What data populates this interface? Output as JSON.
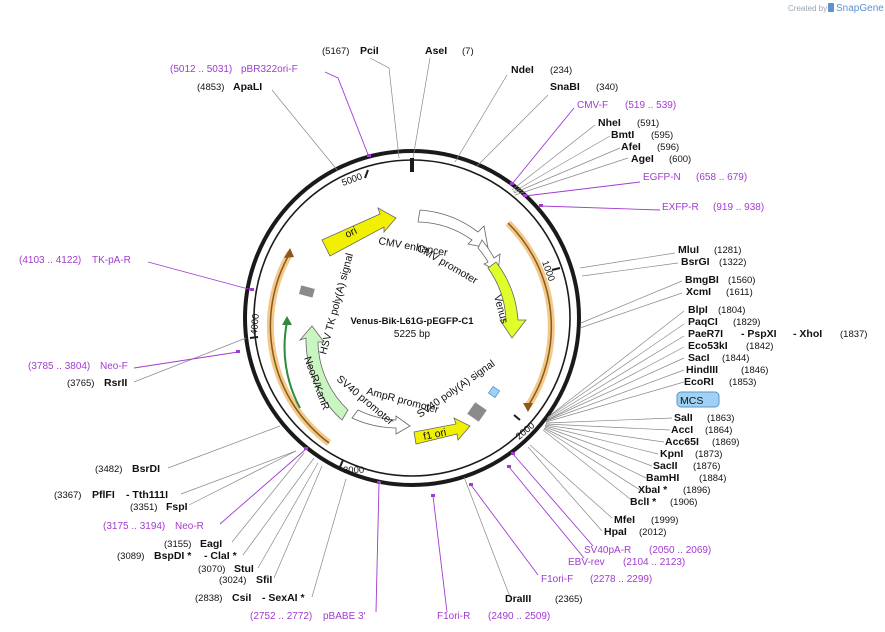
{
  "credit": {
    "created_by": "Created by",
    "brand": "SnapGene"
  },
  "plasmid": {
    "name": "Venus-Bik-L61G-pEGFP-C1",
    "size": "5225 bp"
  },
  "ticks": [
    "1000",
    "2000",
    "3000",
    "4000",
    "5000"
  ],
  "mcs_label": "MCS",
  "enzymes": [
    {
      "name": "PciI",
      "pos": "(5167)"
    },
    {
      "name": "AseI",
      "pos": "(7)"
    },
    {
      "name": "NdeI",
      "pos": "(234)"
    },
    {
      "name": "SnaBI",
      "pos": "(340)"
    },
    {
      "name": "NheI",
      "pos": "(591)"
    },
    {
      "name": "BmtI",
      "pos": "(595)"
    },
    {
      "name": "AfeI",
      "pos": "(596)"
    },
    {
      "name": "AgeI",
      "pos": "(600)"
    },
    {
      "name": "ApaLI",
      "pos": "(4853)"
    },
    {
      "name": "MluI",
      "pos": "(1281)"
    },
    {
      "name": "BsrGI",
      "pos": "(1322)"
    },
    {
      "name": "BmgBI",
      "pos": "(1560)"
    },
    {
      "name": "XcmI",
      "pos": "(1611)"
    },
    {
      "name": "BlpI",
      "pos": "(1804)"
    },
    {
      "name": "PaqCI",
      "pos": "(1829)"
    },
    {
      "name": "PaeR7I",
      "pos": ""
    },
    {
      "name": "- PspXI",
      "pos": ""
    },
    {
      "name": "- XhoI",
      "pos": "(1837)"
    },
    {
      "name": "Eco53kI",
      "pos": "(1842)"
    },
    {
      "name": "SacI",
      "pos": "(1844)"
    },
    {
      "name": "HindIII",
      "pos": "(1846)"
    },
    {
      "name": "EcoRI",
      "pos": "(1853)"
    },
    {
      "name": "SalI",
      "pos": "(1863)"
    },
    {
      "name": "AccI",
      "pos": "(1864)"
    },
    {
      "name": "Acc65I",
      "pos": "(1869)"
    },
    {
      "name": "KpnI",
      "pos": "(1873)"
    },
    {
      "name": "SacII",
      "pos": "(1876)"
    },
    {
      "name": "BamHI",
      "pos": "(1884)"
    },
    {
      "name": "XbaI *",
      "pos": "(1896)"
    },
    {
      "name": "BclI *",
      "pos": "(1906)"
    },
    {
      "name": "MfeI",
      "pos": "(1999)"
    },
    {
      "name": "HpaI",
      "pos": "(2012)"
    },
    {
      "name": "DraIII",
      "pos": "(2365)"
    },
    {
      "name": "RsrII",
      "pos": "(3765)"
    },
    {
      "name": "BsrDI",
      "pos": "(3482)"
    },
    {
      "name": "PflFI",
      "pos": "(3367)"
    },
    {
      "name": "- Tth111I",
      "pos": ""
    },
    {
      "name": "FspI",
      "pos": "(3351)"
    },
    {
      "name": "EagI",
      "pos": "(3155)"
    },
    {
      "name": "BspDI *",
      "pos": "(3089)"
    },
    {
      "name": "- ClaI *",
      "pos": ""
    },
    {
      "name": "StuI",
      "pos": "(3070)"
    },
    {
      "name": "SfiI",
      "pos": "(3024)"
    },
    {
      "name": "CsiI",
      "pos": "(2838)"
    },
    {
      "name": "- SexAI *",
      "pos": ""
    }
  ],
  "primers": [
    {
      "name": "pBR322ori-F",
      "range": "(5012 .. 5031)"
    },
    {
      "name": "CMV-F",
      "range": "(519 .. 539)"
    },
    {
      "name": "EGFP-N",
      "range": "(658 .. 679)"
    },
    {
      "name": "EXFP-R",
      "range": "(919 .. 938)"
    },
    {
      "name": "TK-pA-R",
      "range": "(4103 .. 4122)"
    },
    {
      "name": "Neo-F",
      "range": "(3785 .. 3804)"
    },
    {
      "name": "Neo-R",
      "range": "(3175 .. 3194)"
    },
    {
      "name": "SV40pA-R",
      "range": "(2050 .. 2069)"
    },
    {
      "name": "EBV-rev",
      "range": "(2104 .. 2123)"
    },
    {
      "name": "F1ori-F",
      "range": "(2278 .. 2299)"
    },
    {
      "name": "F1ori-R",
      "range": "(2490 .. 2509)"
    },
    {
      "name": "pBABE 3'",
      "range": "(2752 .. 2772)"
    }
  ],
  "features": [
    {
      "name": "ori",
      "color": "#f0f000"
    },
    {
      "name": "CMV enhancer",
      "color": "#ffffff"
    },
    {
      "name": "CMV promoter",
      "color": "#ffffff"
    },
    {
      "name": "Venus",
      "color": "#e0ff2a"
    },
    {
      "name": "HSV TK poly(A) signal",
      "color": "#8b8b8b"
    },
    {
      "name": "NeoR/KanR",
      "color": "#c8f5c0"
    },
    {
      "name": "SV40 promoter",
      "color": "#ffffff"
    },
    {
      "name": "AmpR promoter",
      "color": "#ffffff"
    },
    {
      "name": "SV40 poly(A) signal",
      "color": "#8b8b8b"
    },
    {
      "name": "f1 ori",
      "color": "#f0f000"
    }
  ]
}
